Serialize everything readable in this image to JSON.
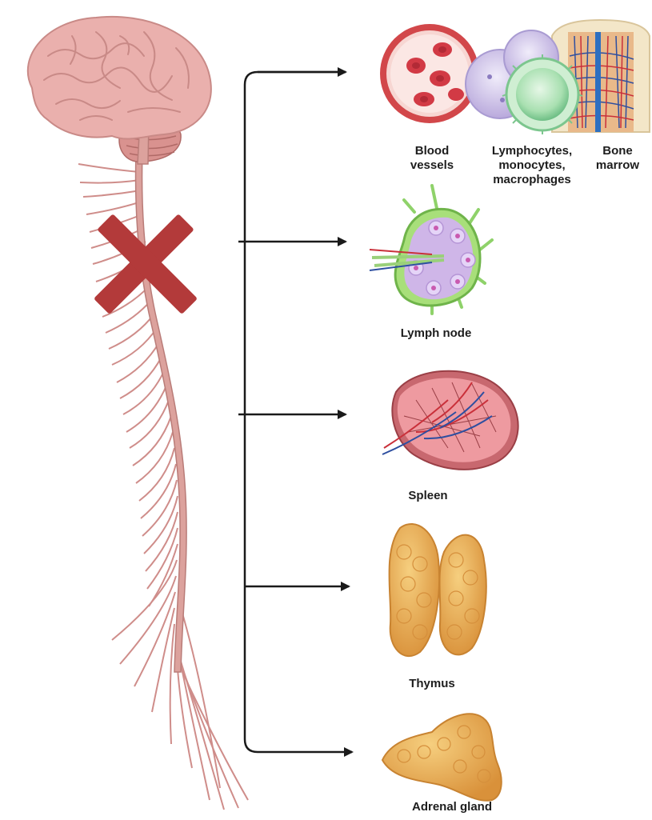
{
  "labels": {
    "blood_vessels": [
      "Blood",
      "vessels"
    ],
    "immune_cells": [
      "Lymphocytes,",
      "monocytes,",
      "macrophages"
    ],
    "bone_marrow": [
      "Bone",
      "marrow"
    ],
    "lymph_node": "Lymph node",
    "spleen": "Spleen",
    "thymus": "Thymus",
    "adrenal_gland": "Adrenal gland"
  },
  "colors": {
    "brain": "#e8a9a6",
    "nerve": "#d99a96",
    "nerve_dark": "#b46a68",
    "cross": "#b33a3a",
    "arrow": "#1a1a1a",
    "blood_vessel_ring": "#d2474a",
    "rbc": "#d23a45",
    "lymph_node": "#8fd26a",
    "spleen": "#b85a62",
    "thymus": "#e8a94e",
    "adrenal": "#e3a646",
    "vein_blue": "#2e4fa0",
    "artery_red": "#c9303a"
  },
  "icons": [
    "brain-icon",
    "spinal-cord-icon",
    "cross-icon",
    "blood-vessel-icon",
    "immune-cells-icon",
    "bone-marrow-icon",
    "lymph-node-icon",
    "spleen-icon",
    "thymus-icon",
    "adrenal-gland-icon"
  ]
}
